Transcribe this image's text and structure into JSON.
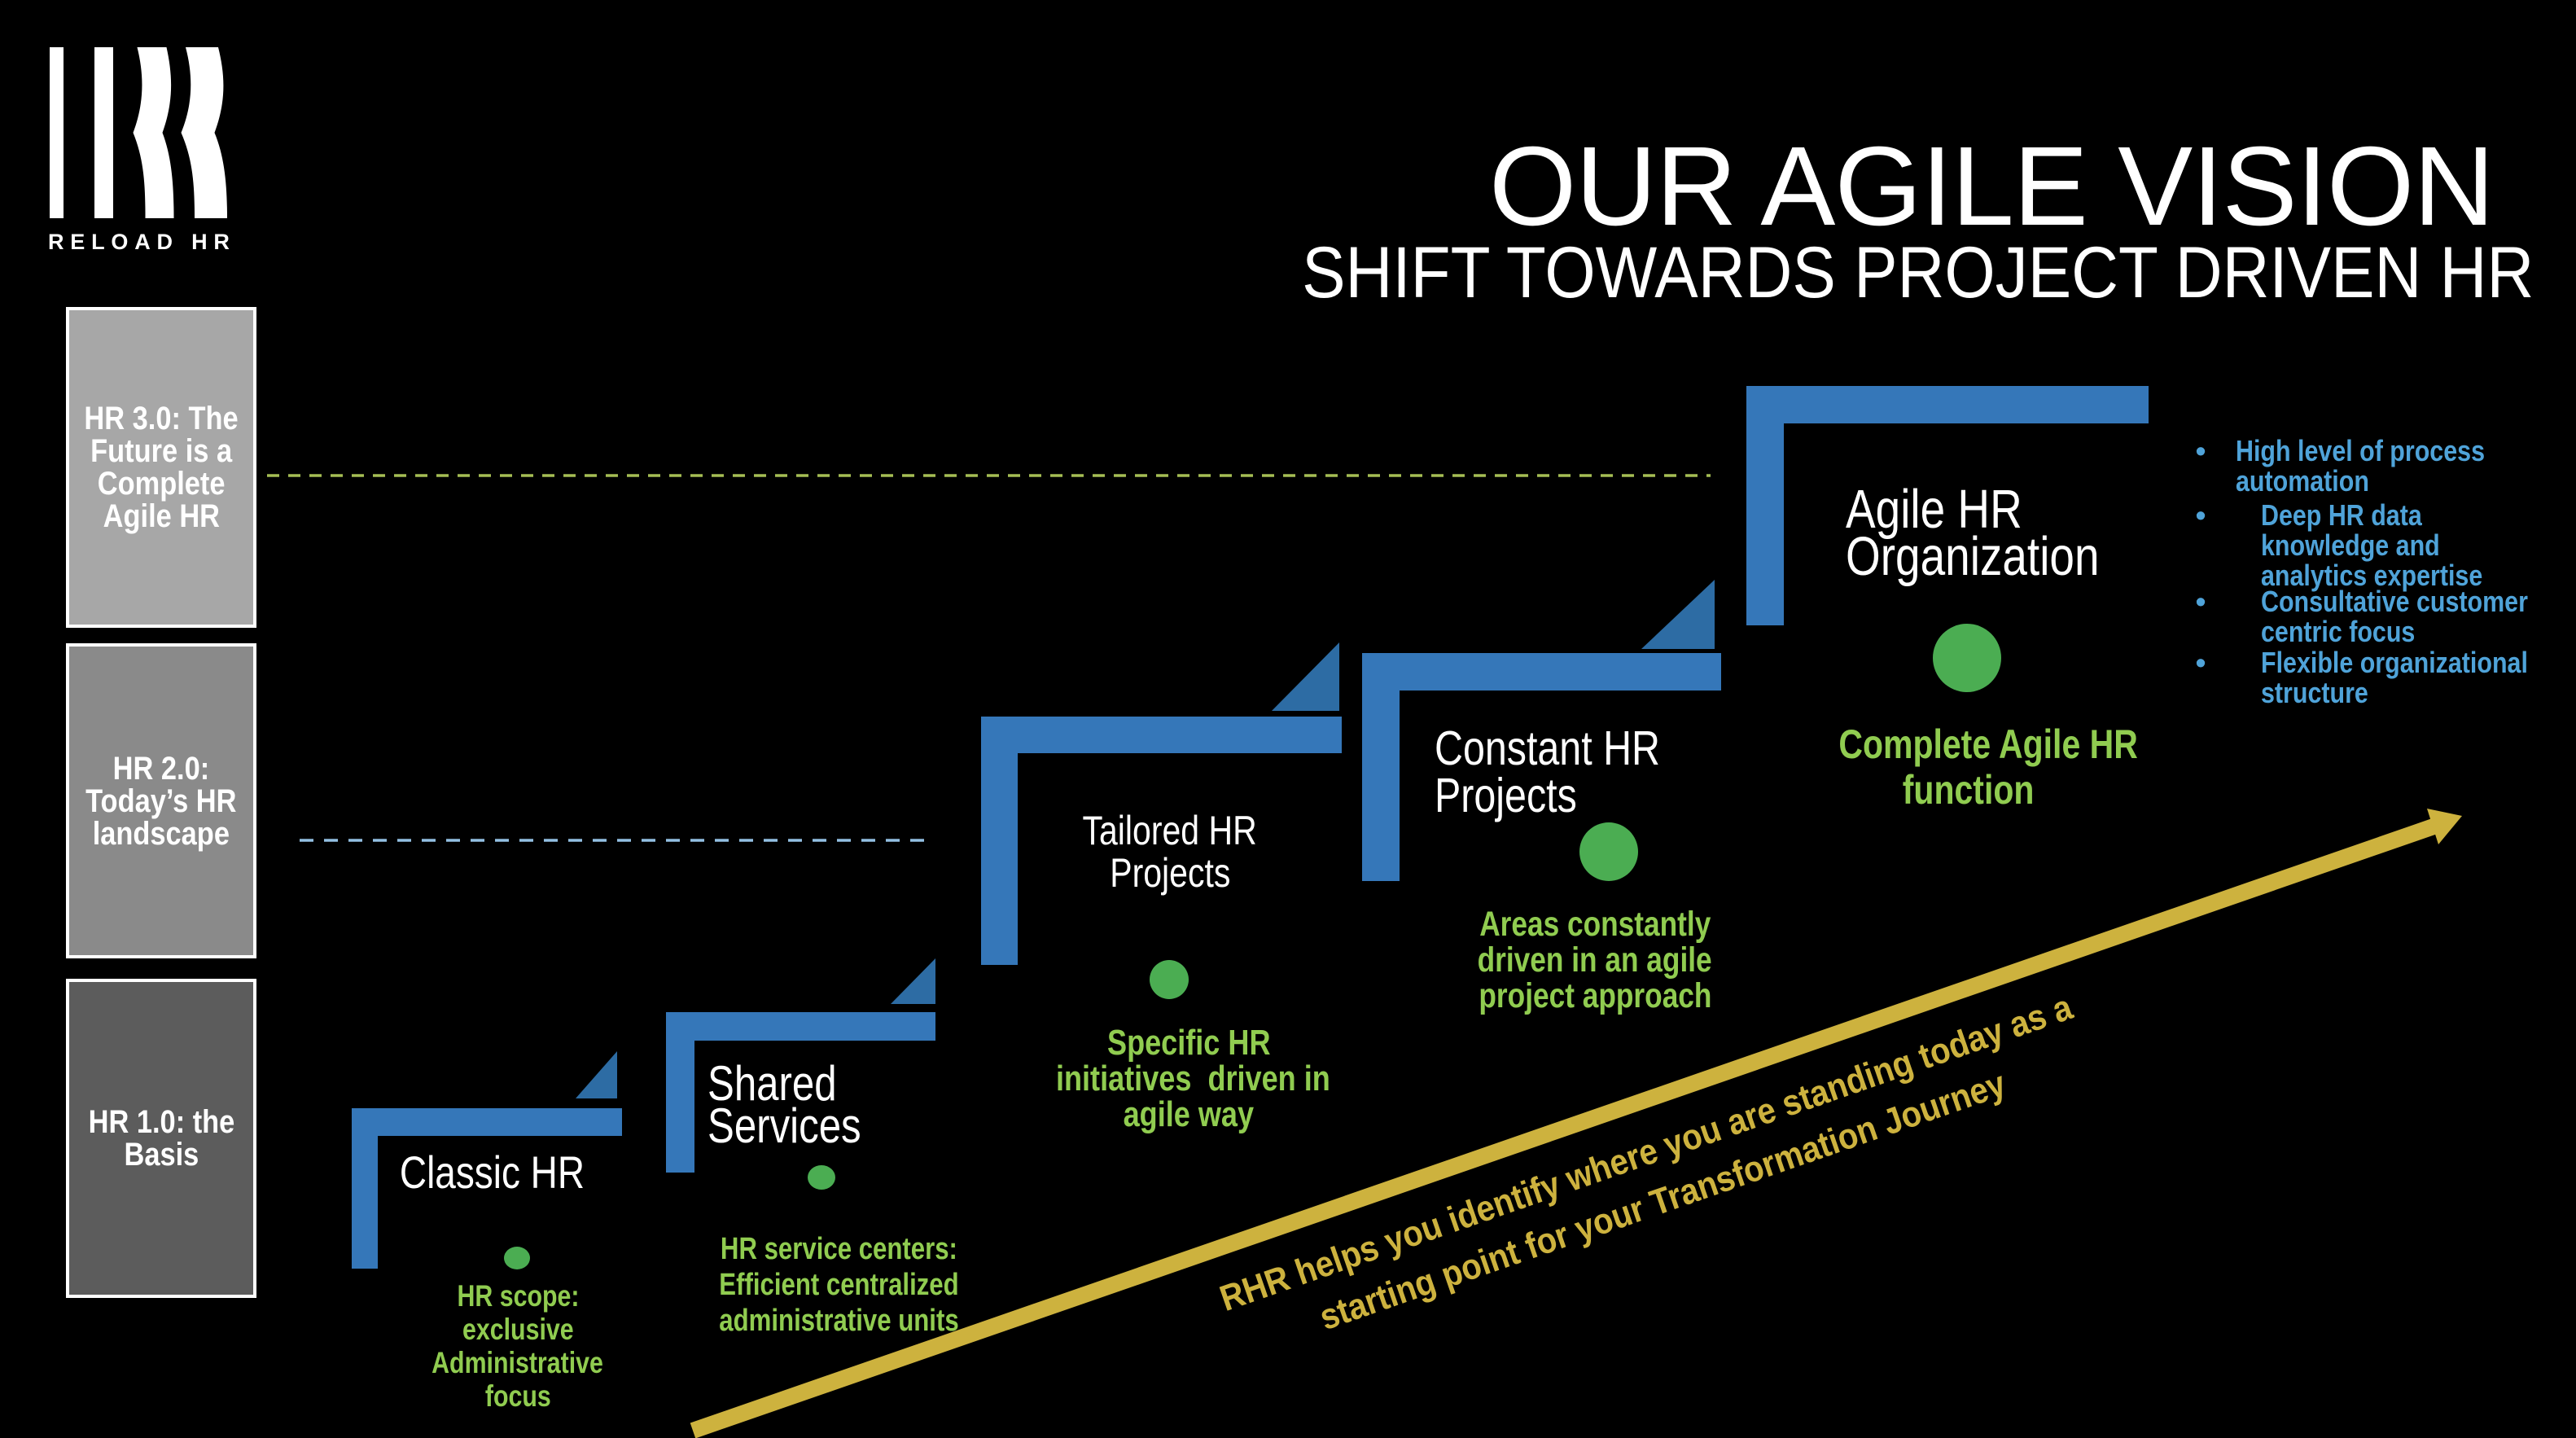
{
  "slide": {
    "title": "OUR AGILE VISION",
    "subtitle": "SHIFT TOWARDS PROJECT DRIVEN HR"
  },
  "logo": {
    "brand": "RELOAD HR"
  },
  "eras": [
    {
      "id": "hr3",
      "lines": [
        "HR 3.0: The",
        "Future is a",
        "Complete",
        "Agile HR"
      ]
    },
    {
      "id": "hr2",
      "lines": [
        "HR 2.0:",
        "Today’s HR",
        "landscape"
      ]
    },
    {
      "id": "hr1",
      "lines": [
        "HR 1.0: the",
        "Basis"
      ]
    }
  ],
  "steps": [
    {
      "name_lines": [
        "Classic HR"
      ],
      "desc_lines": [
        "HR scope:",
        "exclusive",
        "Administrative",
        "focus"
      ]
    },
    {
      "name_lines": [
        "Shared",
        "Services"
      ],
      "desc_lines": [
        "HR service centers:",
        "Efficient centralized",
        "administrative units"
      ]
    },
    {
      "name_lines": [
        "Tailored HR",
        "Projects"
      ],
      "desc_lines": [
        "Specific HR",
        "initiatives  driven in",
        "agile way"
      ]
    },
    {
      "name_lines": [
        "Constant HR",
        "Projects"
      ],
      "desc_lines": [
        "Areas constantly",
        "driven in an agile",
        "project approach"
      ]
    },
    {
      "name_lines": [
        "Agile HR",
        "Organization"
      ],
      "desc_lines": [
        "Complete Agile HR",
        "function"
      ]
    }
  ],
  "benefits": [
    {
      "lines": [
        "High level of process",
        "automation"
      ]
    },
    {
      "lines": [
        "Deep HR data",
        "knowledge and",
        "analytics expertise"
      ]
    },
    {
      "lines": [
        "Consultative customer",
        "centric focus"
      ]
    },
    {
      "lines": [
        "Flexible organizational",
        "structure"
      ]
    }
  ],
  "journey_lines": [
    "RHR helps you identify where you are standing today as a",
    "starting point for your Transformation Journey"
  ],
  "colors": {
    "bg": "#000000",
    "bar_blue": "#3577B9",
    "triangle_blue": "#2D6CA4",
    "dot_green": "#4BAD52",
    "green_text": "#90CC50",
    "bullet_blue": "#4FA3D9",
    "dash_green": "#A6BE54",
    "dash_blue": "#93C0E3",
    "yellow": "#CDB23E",
    "era1": "#A7A7A7",
    "era2": "#8A8A8A",
    "era3": "#5C5C5C"
  }
}
